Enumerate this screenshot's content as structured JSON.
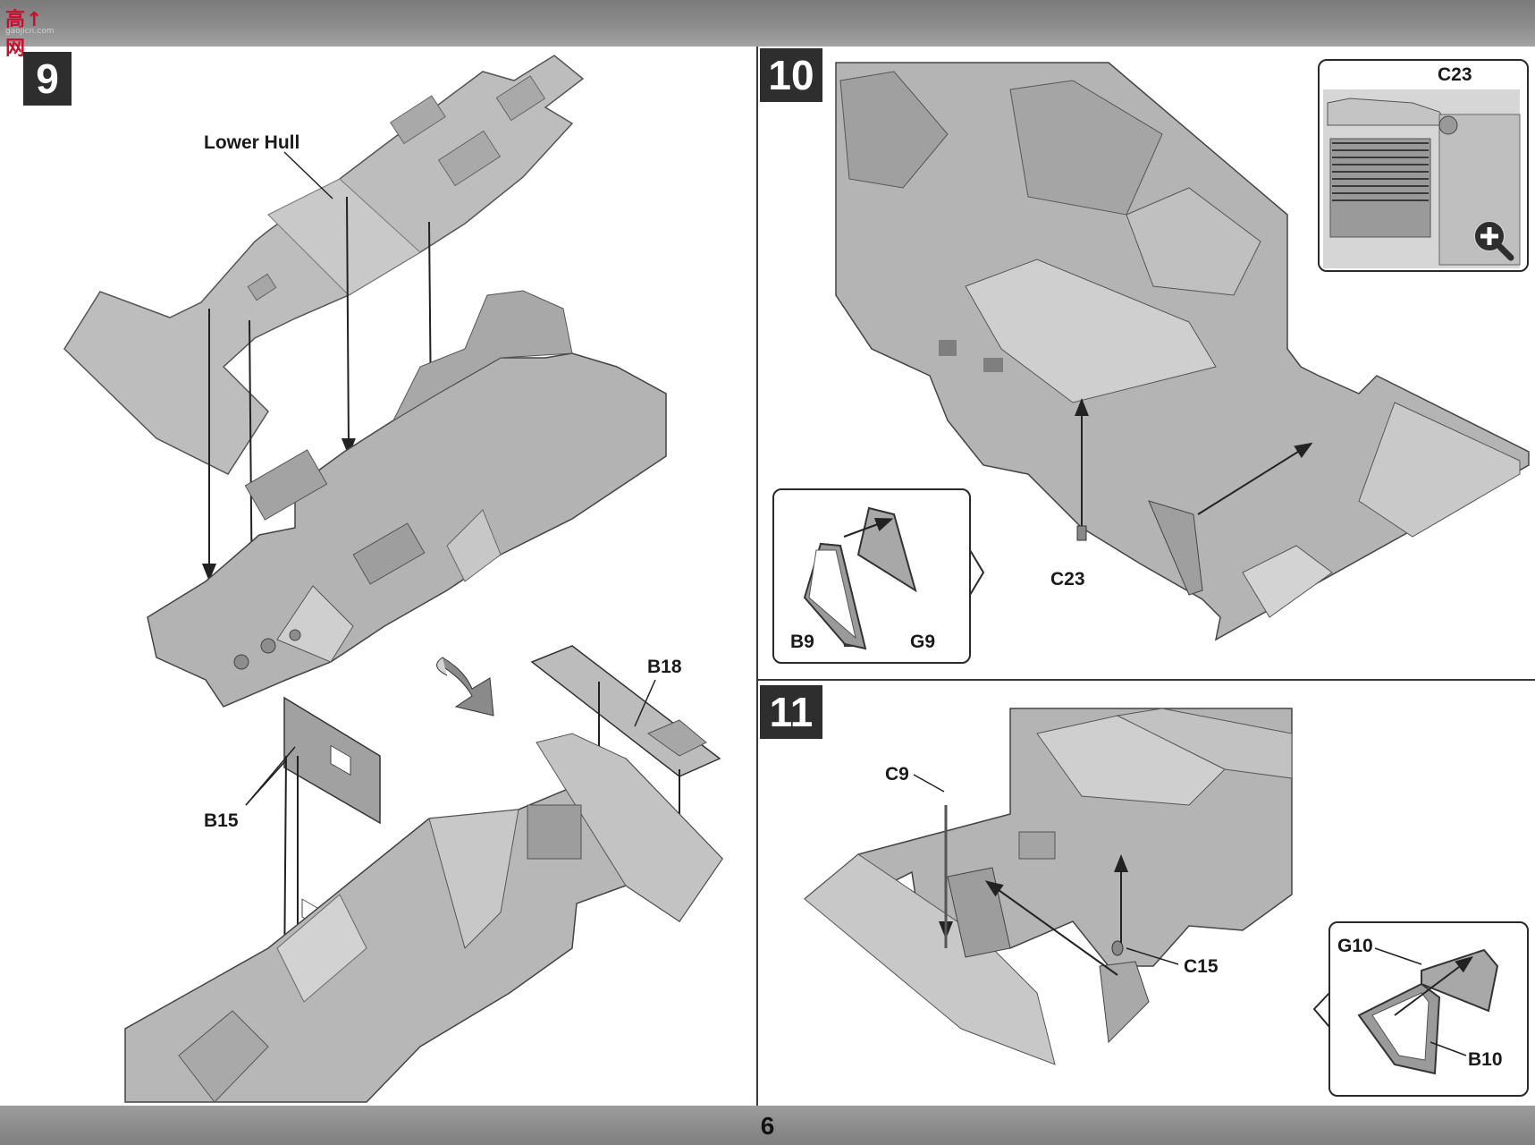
{
  "watermark": {
    "main": "高↑网",
    "sub": "gaojicn.com"
  },
  "page_number": "6",
  "steps": {
    "s9": "9",
    "s10": "10",
    "s11": "11"
  },
  "labels": {
    "lower_hull": "Lower Hull",
    "b15": "B15",
    "b18": "B18",
    "c23_inset": "C23",
    "c23": "C23",
    "b9": "B9",
    "g9": "G9",
    "c9": "C9",
    "c15": "C15",
    "g10": "G10",
    "b10": "B10"
  },
  "icons": {
    "zoom": "zoom-in-icon"
  },
  "colors": {
    "part_fill": "#b9b9b9",
    "part_dark": "#8f8f8f",
    "part_light": "#d4d4d4",
    "badge": "#2e2e2e",
    "frame": "#7f7f7f"
  }
}
